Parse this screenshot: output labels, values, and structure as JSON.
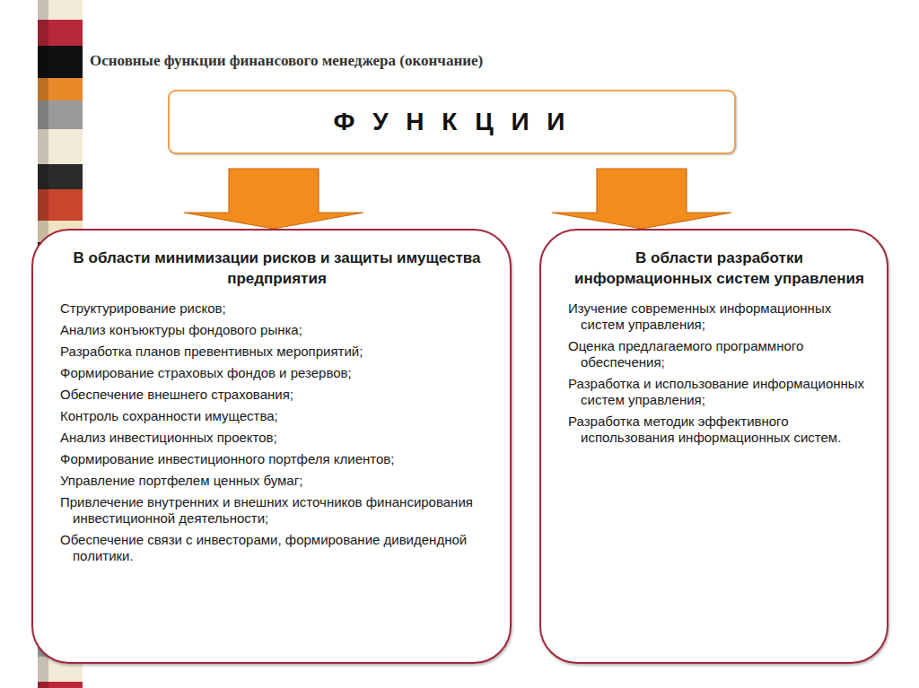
{
  "diagram": {
    "title": "Основные функции финансового менеджера (окончание)",
    "nodes": [
      {
        "text": [
          "Ф У Н К Ц И И"
        ]
      },
      {
        "text": [
          "В области минимизации рисков и защиты имущества предприятия",
          "Структурирование рисков;",
          "Анализ конъюктуры фондового рынка;",
          "Разработка планов превентивных мероприятий;",
          "Формирование страховых фондов и резервов;",
          "Обеспечение внешнего страхования;",
          "Контроль сохранности имущества;",
          "Анализ инвестиционных проектов;",
          "Формирование инвестиционного портфеля клиентов;",
          "Управление портфелем ценных бумаг;",
          "Привлечение внутренних и внешних источников финансирования инвестиционной деятельности;",
          "Обеспечение связи с инвесторами, формирование дивидендной политики."
        ]
      },
      {
        "text": [
          "В области разработки информационных систем управления",
          "Изучение современных информационных систем управления;",
          "Оценка предлагаемого программного обеспечения;",
          "Разработка и использование информационных систем управления;",
          "Разработка методик эффективного использования информационных систем."
        ]
      }
    ],
    "edges": [
      {
        "from": 0,
        "to": 1,
        "arrow": "to"
      },
      {
        "from": 0,
        "to": 2,
        "arrow": "to"
      }
    ]
  }
}
